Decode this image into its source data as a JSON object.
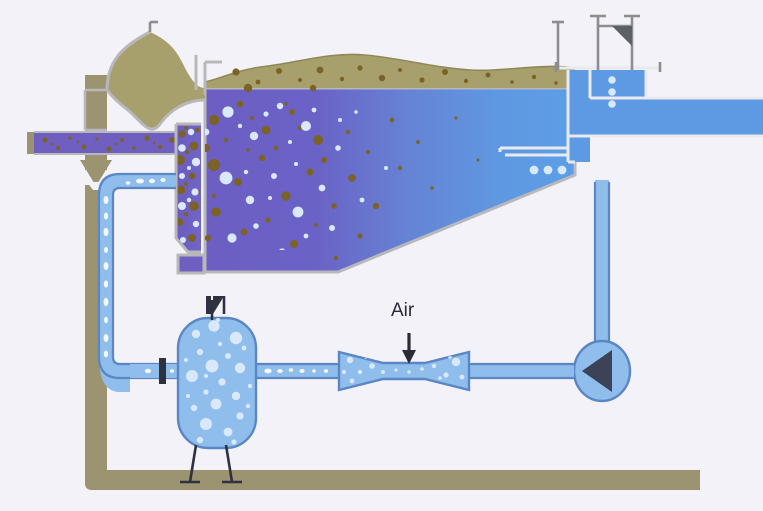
{
  "diagram": {
    "title": "Dissolved Air Flotation (DAF) unit",
    "background_color": "#f3f2f8",
    "labels": {
      "air": "Air"
    },
    "colors": {
      "background": "#f3f2f8",
      "sludge_olive": "#a8a06c",
      "sludge_pipe": "#9c9370",
      "sludge_particle": "#7c6224",
      "contact_zone_purple": "#6e5fc0",
      "flotation_purple": "#6a5fc3",
      "clarified_blue": "#5e9ae4",
      "pipe_blue": "#8fbdec",
      "pipe_blue_stroke": "#5b86c4",
      "bubble_white": "#d9e8fa",
      "pump_body": "#8fbdec",
      "pump_impeller": "#3c4257",
      "valve_dark": "#2e3140",
      "outline_grey": "#b8b8bc",
      "structure_grey": "#8d8d92"
    },
    "components": [
      {
        "name": "influent-pipe",
        "label": "",
        "media": "raw water with suspended solids",
        "color": "#6e5fc0"
      },
      {
        "name": "contact-zone",
        "label": "",
        "media": "air-saturated recycle mixed with influent",
        "color": "#6e5fc0"
      },
      {
        "name": "flotation-zone",
        "label": "",
        "media": "clarified water gradient",
        "color": "#5e9ae4"
      },
      {
        "name": "float-sludge-layer",
        "label": "",
        "media": "floated sludge / scum blanket",
        "color": "#a8a06c"
      },
      {
        "name": "scum-beach",
        "label": "",
        "media": "skimmer beach overflow",
        "color": "#a8a06c"
      },
      {
        "name": "sludge-discharge-pipe",
        "label": "",
        "media": "sludge to disposal",
        "color": "#9c9370"
      },
      {
        "name": "effluent-weir",
        "label": "",
        "media": "clarified effluent launder",
        "color": "#5e9ae4"
      },
      {
        "name": "effluent-outlet-pipe",
        "label": "",
        "media": "treated water out",
        "color": "#5e9ae4"
      },
      {
        "name": "recycle-pipe",
        "label": "",
        "media": "pressurised recycle with micro-bubbles",
        "color": "#8fbdec"
      },
      {
        "name": "saturator-vessel",
        "label": "",
        "media": "air saturation / retention tank",
        "color": "#8fbdec"
      },
      {
        "name": "venturi-air-injector",
        "label": "Air",
        "media": "air drawn into venturi throat",
        "color": "#8fbdec"
      },
      {
        "name": "recycle-pump",
        "label": "",
        "media": "recycle / pressurising pump",
        "color": "#8fbdec"
      },
      {
        "name": "top-valve",
        "label": "",
        "media": "vessel vent valve",
        "color": "#2e3140"
      },
      {
        "name": "inline-valve",
        "label": "",
        "media": "recycle isolation valve",
        "color": "#2e3140"
      }
    ],
    "flow_arrows": [
      {
        "name": "sludge-down-arrow",
        "direction": "down"
      },
      {
        "name": "air-down-arrow",
        "direction": "down"
      }
    ]
  }
}
